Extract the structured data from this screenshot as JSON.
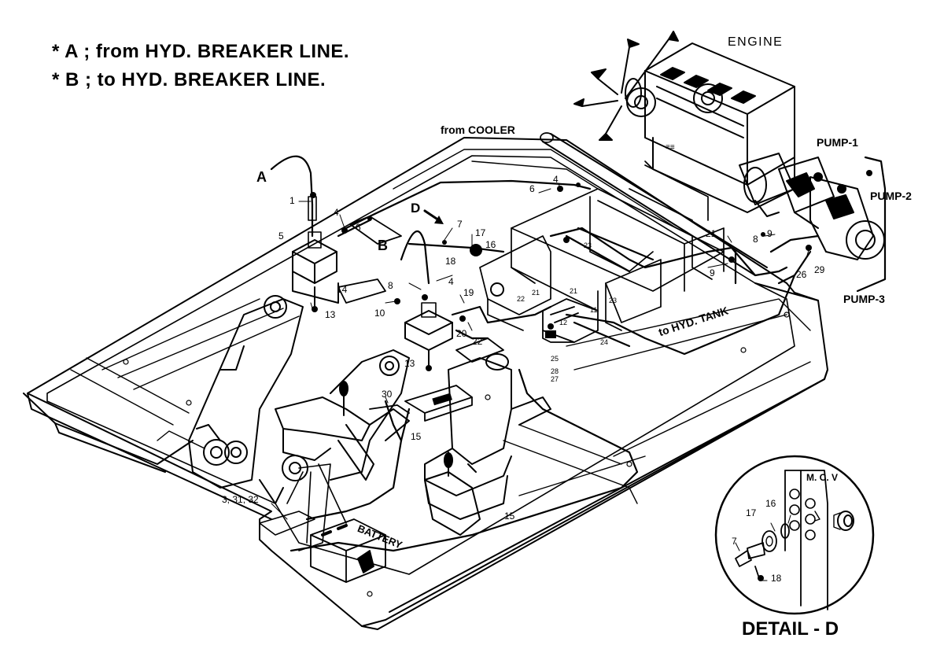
{
  "notes": {
    "a": "* A ; from  HYD. BREAKER  LINE.",
    "b": "* B ; to  HYD. BREAKER  LINE."
  },
  "labels": {
    "engine": "ENGINE",
    "pump1": "PUMP-1",
    "pump2": "PUMP-2",
    "pump3": "PUMP-3",
    "from_cooler": "from COOLER",
    "to_hyd_tank": "to HYD. TANK",
    "battery": "BATTERY",
    "mcv": "M. C. V",
    "detail_title": "DETAIL - D",
    "a": "A",
    "b": "B",
    "d": "D"
  },
  "parts": [
    {
      "id": "p1",
      "text": "1"
    },
    {
      "id": "p4a",
      "text": "4"
    },
    {
      "id": "p6a",
      "text": "6"
    },
    {
      "id": "p4b",
      "text": "4"
    },
    {
      "id": "p6b",
      "text": "6"
    },
    {
      "id": "p5",
      "text": "5"
    },
    {
      "id": "p7",
      "text": "7"
    },
    {
      "id": "p17",
      "text": "17"
    },
    {
      "id": "p16",
      "text": "16"
    },
    {
      "id": "p18",
      "text": "18"
    },
    {
      "id": "p8a",
      "text": "8"
    },
    {
      "id": "p4c",
      "text": "4"
    },
    {
      "id": "p14",
      "text": "14"
    },
    {
      "id": "p13a",
      "text": "13"
    },
    {
      "id": "p10",
      "text": "10"
    },
    {
      "id": "p19",
      "text": "19"
    },
    {
      "id": "p20",
      "text": "20"
    },
    {
      "id": "p22a",
      "text": "22"
    },
    {
      "id": "p13b",
      "text": "13"
    },
    {
      "id": "p21a",
      "text": "21"
    },
    {
      "id": "p22b",
      "text": "22"
    },
    {
      "id": "p21b",
      "text": "21"
    },
    {
      "id": "p23a",
      "text": "23"
    },
    {
      "id": "p23b",
      "text": "23"
    },
    {
      "id": "p12",
      "text": "12"
    },
    {
      "id": "p11",
      "text": "11"
    },
    {
      "id": "p24",
      "text": "24"
    },
    {
      "id": "p25",
      "text": "25"
    },
    {
      "id": "p28",
      "text": "28"
    },
    {
      "id": "p27",
      "text": "27"
    },
    {
      "id": "p21c",
      "text": "21"
    },
    {
      "id": "p9a",
      "text": "9"
    },
    {
      "id": "p9b",
      "text": "9"
    },
    {
      "id": "p8b",
      "text": "8"
    },
    {
      "id": "p26",
      "text": "26"
    },
    {
      "id": "p29",
      "text": "29"
    },
    {
      "id": "p30",
      "text": "30"
    },
    {
      "id": "p15a",
      "text": "15"
    },
    {
      "id": "p15b",
      "text": "15"
    },
    {
      "id": "p3",
      "text": "3, 31, 32"
    },
    {
      "id": "d7",
      "text": "7"
    },
    {
      "id": "d17",
      "text": "17"
    },
    {
      "id": "d16",
      "text": "16"
    },
    {
      "id": "d18",
      "text": "18"
    }
  ]
}
